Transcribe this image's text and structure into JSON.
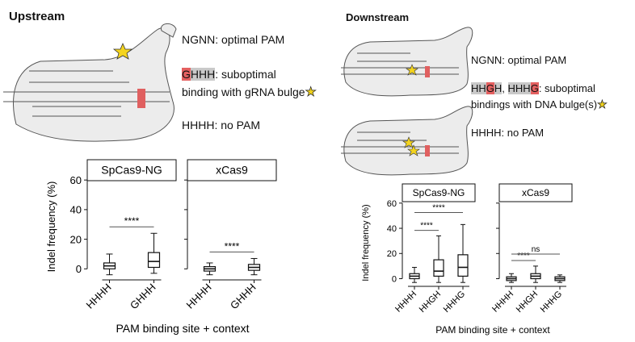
{
  "upstream": {
    "title": "Upstream",
    "legend": {
      "optimal": "NGNN: optimal PAM",
      "subopt_hl": "G",
      "subopt_grey": "HHH",
      "subopt_rest": ": suboptimal",
      "subopt_line2": "binding with gRNA bulge",
      "none": "HHHH: no PAM"
    }
  },
  "downstream": {
    "title": "Downstream",
    "legend": {
      "optimal": "NGNN: optimal PAM",
      "a_grey1": "HH",
      "a_red": "G",
      "a_grey2": "H",
      "sep": ", ",
      "b_grey": "HHH",
      "b_red": "G",
      "subopt_rest": ": suboptimal",
      "subopt_line2": "bindings with DNA bulge(s)",
      "none": "HHHH: no PAM"
    }
  },
  "chart_data": [
    {
      "type": "box",
      "title": "SpCas9-NG",
      "panel": "Upstream",
      "ylabel": "Indel frequency (%)",
      "xlabel": "PAM binding site + context",
      "yticks": [
        0,
        20,
        40,
        60
      ],
      "ylim": [
        -8,
        65
      ],
      "categories": [
        "HHHH",
        "GHHH"
      ],
      "boxes": [
        {
          "q1": 0,
          "median": 2,
          "q3": 4,
          "whisker_low": -4,
          "whisker_high": 10
        },
        {
          "q1": 1,
          "median": 5,
          "q3": 11,
          "whisker_low": -3,
          "whisker_high": 24
        }
      ],
      "annotations": [
        {
          "from": 0,
          "to": 1,
          "label": "****"
        }
      ]
    },
    {
      "type": "box",
      "title": "xCas9",
      "panel": "Upstream",
      "categories": [
        "HHHH",
        "GHHH"
      ],
      "boxes": [
        {
          "q1": -1.5,
          "median": 0,
          "q3": 1.5,
          "whisker_low": -4,
          "whisker_high": 4
        },
        {
          "q1": -1,
          "median": 1,
          "q3": 3,
          "whisker_low": -4,
          "whisker_high": 7
        }
      ],
      "annotations": [
        {
          "from": 0,
          "to": 1,
          "label": "****"
        }
      ]
    },
    {
      "type": "box",
      "title": "SpCas9-NG",
      "panel": "Downstream",
      "ylabel": "Indel frequency (%)",
      "xlabel": "PAM binding site + context",
      "yticks": [
        0,
        20,
        40,
        60
      ],
      "ylim": [
        -8,
        65
      ],
      "categories": [
        "HHHH",
        "HHGH",
        "HHHG"
      ],
      "boxes": [
        {
          "q1": 0,
          "median": 2,
          "q3": 4,
          "whisker_low": -3,
          "whisker_high": 9
        },
        {
          "q1": 2,
          "median": 6,
          "q3": 15,
          "whisker_low": -3,
          "whisker_high": 34
        },
        {
          "q1": 2,
          "median": 9,
          "q3": 19,
          "whisker_low": -3,
          "whisker_high": 43
        }
      ],
      "annotations": [
        {
          "from": 0,
          "to": 1,
          "label": "****"
        },
        {
          "from": 0,
          "to": 2,
          "label": "****"
        }
      ]
    },
    {
      "type": "box",
      "title": "xCas9",
      "panel": "Downstream",
      "categories": [
        "HHHH",
        "HHGH",
        "HHHG"
      ],
      "boxes": [
        {
          "q1": -1.5,
          "median": 0,
          "q3": 1.5,
          "whisker_low": -3,
          "whisker_high": 4
        },
        {
          "q1": 0,
          "median": 2,
          "q3": 4,
          "whisker_low": -3,
          "whisker_high": 10
        },
        {
          "q1": -1.5,
          "median": 0,
          "q3": 1.5,
          "whisker_low": -3,
          "whisker_high": 3
        }
      ],
      "annotations": [
        {
          "from": 0,
          "to": 1,
          "label": "****"
        },
        {
          "from": 0,
          "to": 2,
          "label": "ns"
        }
      ]
    }
  ]
}
